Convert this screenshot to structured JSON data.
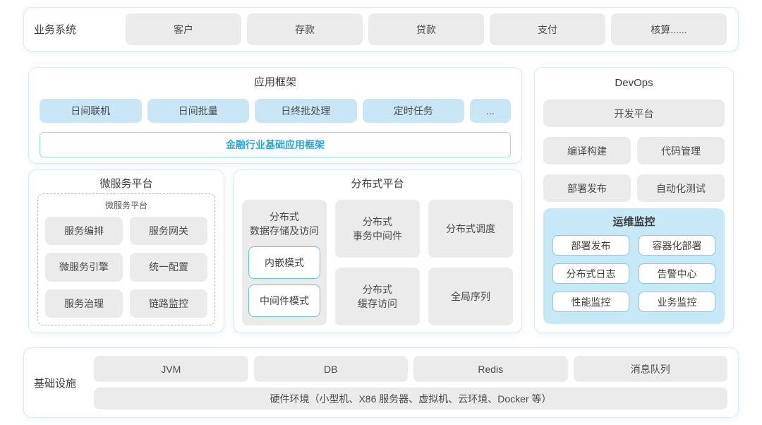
{
  "colors": {
    "panel_border": "#cfeef6",
    "gray_block_bg": "#ebebeb",
    "blue_block_bg": "#c8e6f5",
    "ops_panel_bg": "#c6e8f7",
    "ops_block_border": "#7fcde7",
    "mode_block_border": "#67c3df",
    "accent_text": "#29a6d6",
    "text": "#4a4a4a"
  },
  "business_systems": {
    "label": "业务系统",
    "items": [
      "客户",
      "存款",
      "贷款",
      "支付",
      "核算......"
    ]
  },
  "app_framework": {
    "title": "应用框架",
    "modules": [
      "日间联机",
      "日间批量",
      "日终批处理",
      "定时任务",
      "..."
    ],
    "base_label": "金融行业基础应用框架"
  },
  "devops": {
    "title": "DevOps",
    "dev_platform": "开发平台",
    "tools": [
      "编译构建",
      "代码管理",
      "部署发布",
      "自动化测试"
    ],
    "ops_monitor": {
      "title": "运维监控",
      "items": [
        "部署发布",
        "容器化部署",
        "分布式日志",
        "告警中心",
        "性能监控",
        "业务监控"
      ]
    }
  },
  "microservice_platform": {
    "title": "微服务平台",
    "inner_title": "微服务平台",
    "items": [
      "服务编排",
      "服务网关",
      "微服务引擎",
      "统一配置",
      "服务治理",
      "链路监控"
    ]
  },
  "distributed_platform": {
    "title": "分布式平台",
    "storage": {
      "label": "分布式\n数据存储及访问",
      "modes": [
        "内嵌模式",
        "中间件模式"
      ]
    },
    "cells": [
      "分布式\n事务中间件",
      "分布式调度",
      "分布式\n缓存访问",
      "全局序列"
    ]
  },
  "infrastructure": {
    "label": "基础设施",
    "items": [
      "JVM",
      "DB",
      "Redis",
      "消息队列"
    ],
    "hardware": "硬件环境（小型机、X86 服务器、虚拟机、云环境、Docker 等）"
  }
}
